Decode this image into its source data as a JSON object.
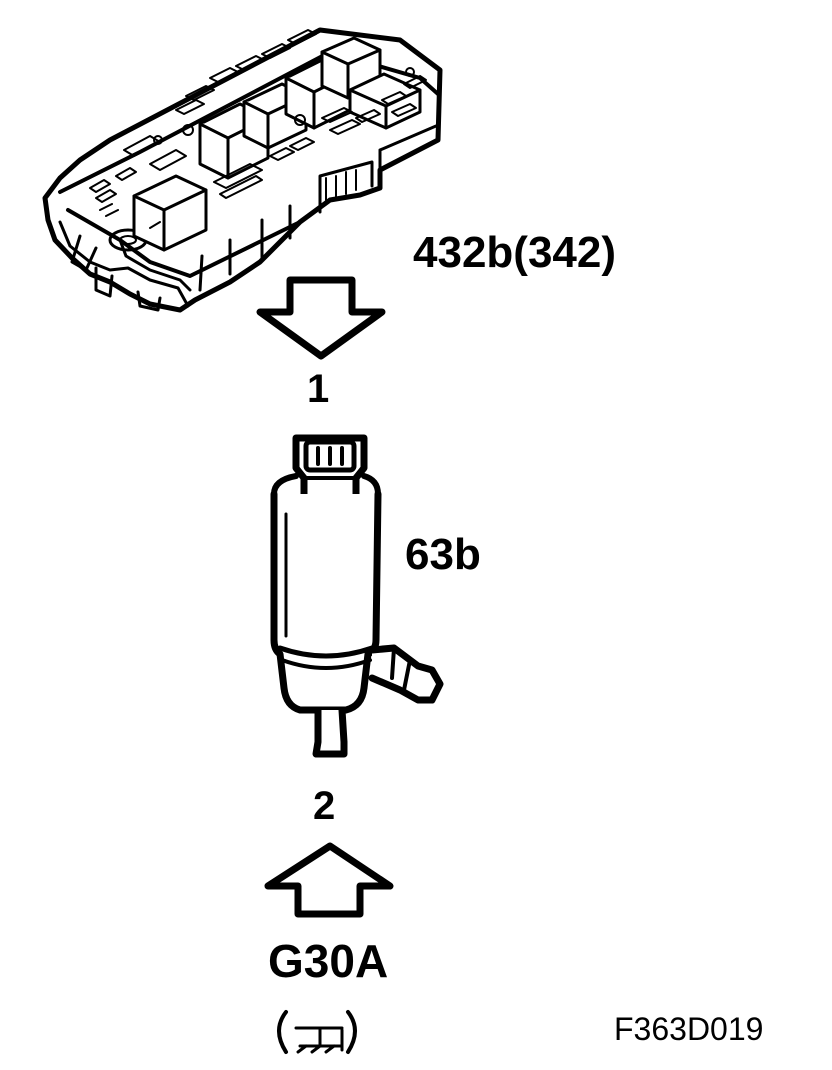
{
  "diagram": {
    "relay_box": {
      "label": "432b(342)"
    },
    "connection_top": {
      "pin_label": "1",
      "arrow_direction": "down"
    },
    "pump": {
      "label": "63b"
    },
    "connection_bottom": {
      "pin_label": "2",
      "arrow_direction": "up"
    },
    "ground": {
      "label": "G30A",
      "symbol": "ground-symbol"
    },
    "figure_code": "F363D019"
  }
}
